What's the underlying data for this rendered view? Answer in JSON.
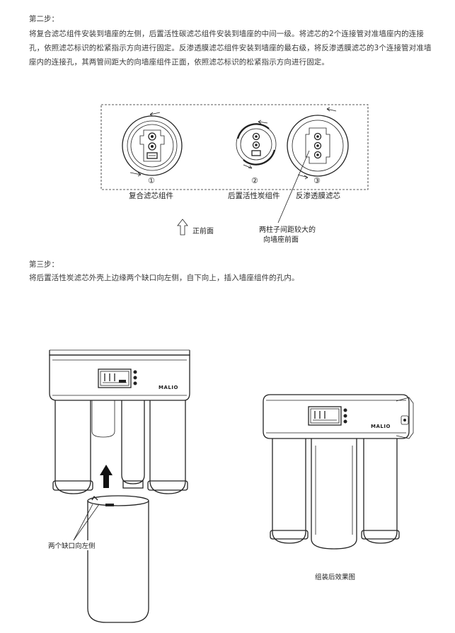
{
  "step2": {
    "heading": "第二步：",
    "body": "将复合滤芯组件安装到墙座的左侧，后置活性碳滤芯组件安装到墙座的中间一级。将滤芯的2个连接管对准墙座内的连接孔，依照滤芯标识的松紧指示方向进行固定。反渗透膜滤芯组件安装到墙座的最右级，将反渗透膜滤芯的3个连接管对准墙座内的连接孔，其两管间距大的向墙座组件正面，依照滤芯标识的松紧指示方向进行固定。"
  },
  "diagram1": {
    "label_composite": "复合滤芯组件",
    "label_carbon": "后置活性炭组件",
    "label_ro": "反渗透膜滤芯",
    "num_1": "①",
    "num_2": "②",
    "num_3": "③",
    "front_label": "正前面",
    "annotation_line1": "两柱子间距较大的",
    "annotation_line2": "向墙座前面"
  },
  "step3": {
    "heading": "第三步：",
    "body": "将后置活性炭滤芯外壳上边缘两个缺口向左侧，自下向上，插入墙座组件的孔内。"
  },
  "diagram2": {
    "brand": "MALIO",
    "notch_label": "两个缺口向左侧",
    "result_caption": "组装后效果图"
  }
}
